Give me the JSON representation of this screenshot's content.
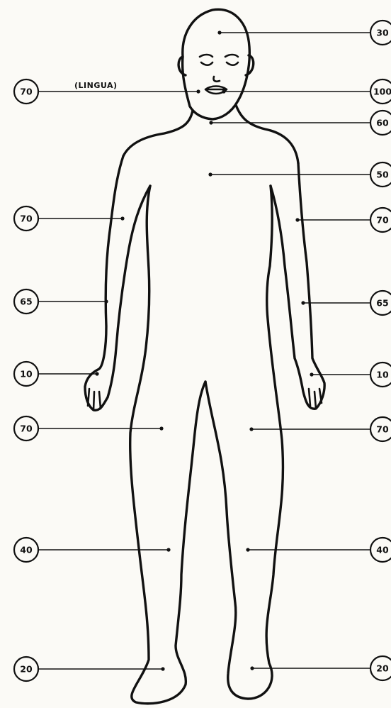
{
  "colors": {
    "ink": "#111111",
    "paper": "#fbfaf6"
  },
  "note": "(LINGUA)",
  "labels": {
    "head": "30",
    "tongue": "70",
    "lips": "100",
    "neck": "60",
    "chest": "50",
    "upper_arm_right": "70",
    "upper_arm_left": "70",
    "forearm_right": "65",
    "forearm_left": "65",
    "hand_right": "10",
    "hand_left": "10",
    "thigh_right": "70",
    "thigh_left": "70",
    "lower_leg_right": "40",
    "lower_leg_left": "40",
    "foot_right": "20",
    "foot_left": "20"
  }
}
